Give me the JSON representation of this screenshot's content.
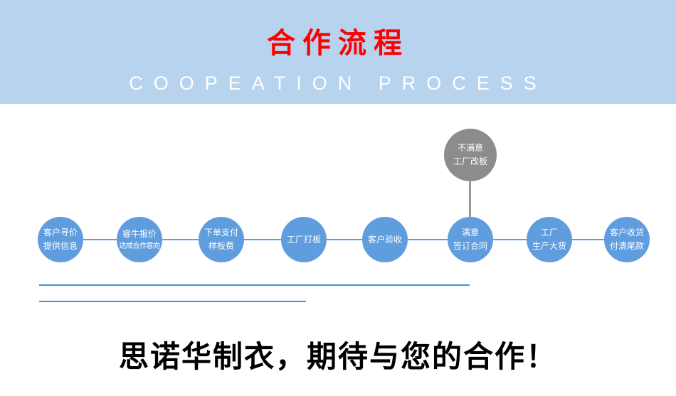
{
  "banner": {
    "title": "合作流程",
    "subtitle": "COOPEATION PROCESS",
    "bg_color": "#b7d3ee",
    "title_color": "#fe0000",
    "subtitle_color": "#ffffff"
  },
  "flow": {
    "node_color": "#5f9ddf",
    "connector_color": "#5f9ddf",
    "steps": [
      {
        "line1": "客户寻价",
        "line2": "提供信息"
      },
      {
        "line1": "睿牛报价",
        "line2": "达成合作意向"
      },
      {
        "line1": "下单支付",
        "line2": "样板费"
      },
      {
        "line1": "工厂打板",
        "line2": ""
      },
      {
        "line1": "客户验收",
        "line2": ""
      },
      {
        "line1": "满意",
        "line2": "签订合同"
      },
      {
        "line1": "工厂",
        "line2": "生产大货"
      },
      {
        "line1": "客户收货",
        "line2": "付清尾款"
      }
    ],
    "branch": {
      "line1": "不满意",
      "line2": "工厂改板",
      "color": "#8c8c8c"
    }
  },
  "footer": {
    "slogan": "思诺华制衣，期待与您的合作！"
  }
}
